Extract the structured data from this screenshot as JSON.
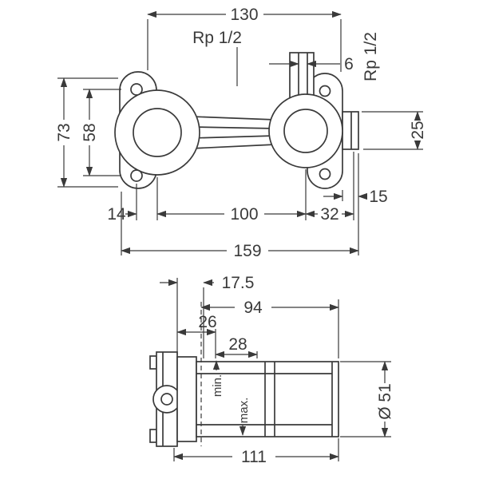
{
  "colors": {
    "line": "#3a3a3a",
    "background": "#ffffff"
  },
  "top_view": {
    "width_130": "130",
    "thread_top_label": "Rp 1/2",
    "gap_6": "6",
    "thread_side_label": "Rp 1/2",
    "depth_25": "25",
    "flange_height_73": "73",
    "hole_spacing_58": "58",
    "offset_15": "15",
    "offset_14": "14",
    "port_distance_100": "100",
    "offset_32": "32",
    "overall_width_159": "159"
  },
  "side_view": {
    "depth_17_5": "17.5",
    "depth_94": "94",
    "depth_26": "26",
    "depth_28": "28",
    "diameter_51": "Ø 51",
    "overall_depth_111": "111",
    "min_label": "min.",
    "max_label": "max."
  }
}
